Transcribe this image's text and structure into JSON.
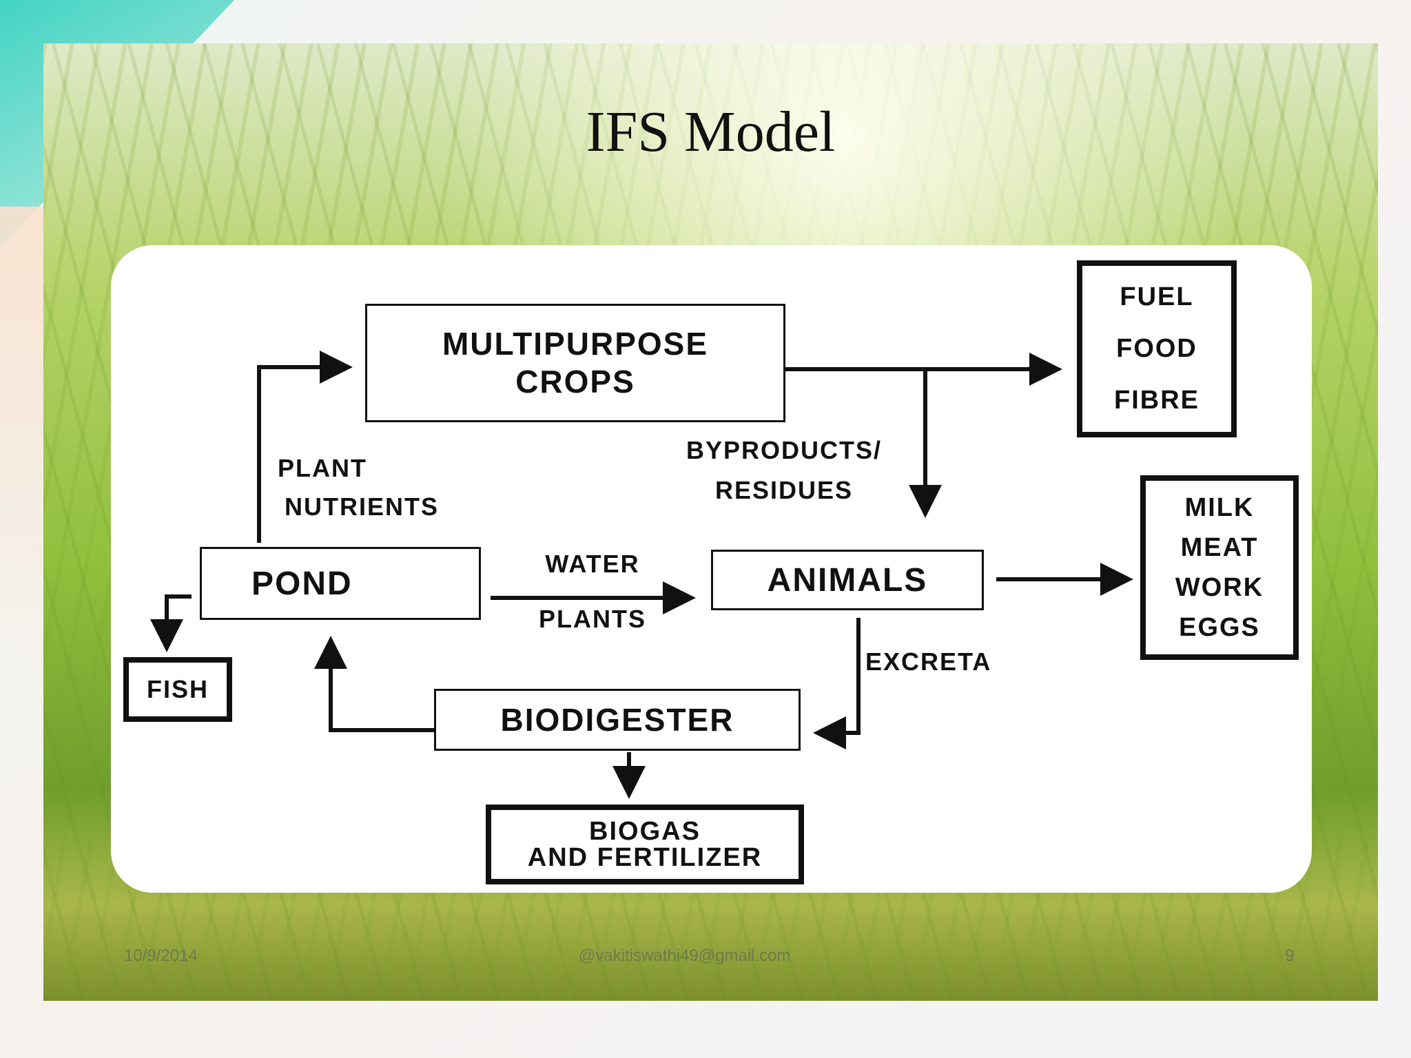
{
  "slide": {
    "title": "IFS Model",
    "footer_date": "10/9/2014",
    "footer_email": "@vakitiswathi49@gmail.com",
    "page_number": "9"
  },
  "diagram": {
    "crops": [
      "MULTIPURPOSE",
      "CROPS"
    ],
    "outputs_crops": [
      "FUEL",
      "FOOD",
      "FIBRE"
    ],
    "byproducts": [
      "BYPRODUCTS/",
      "RESIDUES"
    ],
    "plant_nutrients": [
      "PLANT",
      "NUTRIENTS"
    ],
    "pond": "POND",
    "water_plants": [
      "WATER",
      "PLANTS"
    ],
    "animals": "ANIMALS",
    "outputs_animals": [
      "MILK",
      "MEAT",
      "WORK",
      "EGGS"
    ],
    "fish": "FISH",
    "excreta": "EXCRETA",
    "biodigester": "BIODIGESTER",
    "biogas": [
      "BIOGAS",
      "AND FERTILIZER"
    ]
  }
}
